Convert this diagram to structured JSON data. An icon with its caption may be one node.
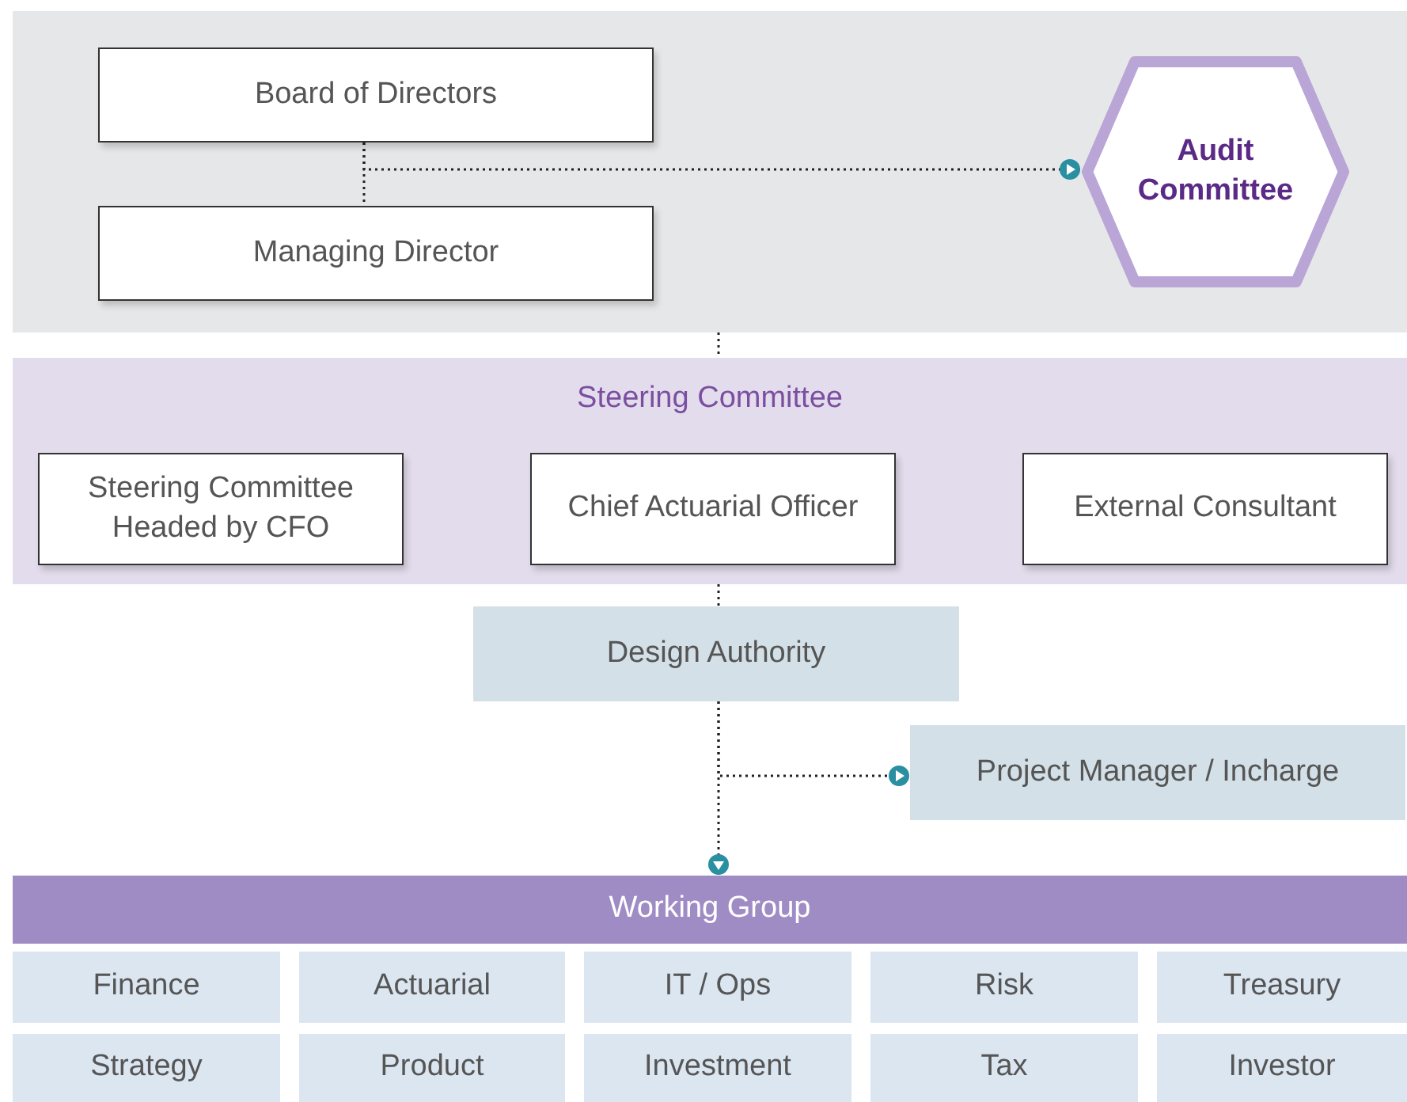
{
  "diagram": {
    "nodes": [
      {
        "text": [],
        "shape": "box"
      },
      {
        "text": [
          "Board of Directors"
        ],
        "in": 0
      },
      {
        "text": [
          "Managing Director"
        ],
        "in": 0
      },
      {
        "text": [
          "Audit Committee"
        ],
        "in": 0
      },
      {
        "text": [
          "Steering Committee"
        ]
      },
      {
        "text": [
          "Steering Committee Headed by CFO"
        ],
        "in": 4
      },
      {
        "text": [
          "Chief Actuarial Officer"
        ],
        "in": 4
      },
      {
        "text": [
          "External Consultant"
        ],
        "in": 4
      },
      {
        "text": [
          "Design Authority"
        ]
      },
      {
        "text": [
          "Project Manager / Incharge"
        ]
      },
      {
        "text": [
          "Working Group"
        ]
      },
      {
        "text": [
          "Finance"
        ]
      },
      {
        "text": [
          "Actuarial"
        ]
      },
      {
        "text": [
          "IT / Ops"
        ]
      },
      {
        "text": [
          "Risk"
        ]
      },
      {
        "text": [
          "Treasury"
        ]
      },
      {
        "text": [
          "Strategy"
        ]
      },
      {
        "text": [
          "Product"
        ]
      },
      {
        "text": [
          "Investment"
        ]
      },
      {
        "text": [
          "Tax"
        ]
      },
      {
        "text": [
          "Investor"
        ]
      }
    ],
    "edges": [
      {
        "from": 1,
        "to": 2,
        "arrow": "none"
      },
      {
        "from": 1,
        "to": 3,
        "arrow": "to"
      },
      {
        "from": 0,
        "to": 4,
        "arrow": "none"
      },
      {
        "from": 4,
        "to": 8,
        "arrow": "none"
      },
      {
        "from": 8,
        "to": 9,
        "arrow": "to"
      },
      {
        "from": 8,
        "to": 10,
        "arrow": "to"
      }
    ]
  }
}
